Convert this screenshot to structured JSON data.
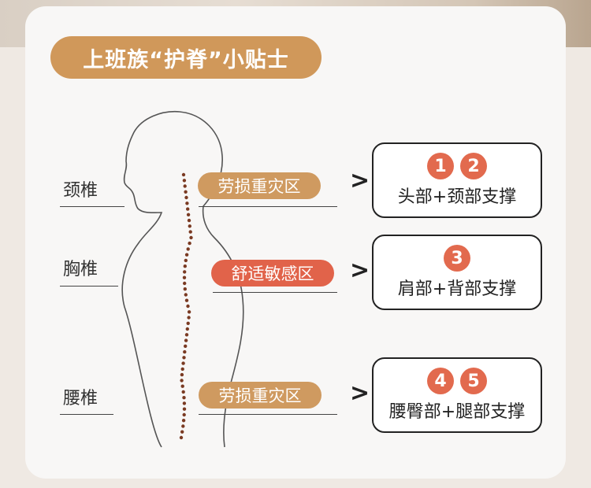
{
  "title": "上班族“护脊”小贴士",
  "labels": {
    "neck": "颈椎",
    "chest": "胸椎",
    "lumbar": "腰椎"
  },
  "zones": {
    "neck": {
      "text": "劳损重灾区",
      "color": "#cf9a60"
    },
    "chest": {
      "text": "舒适敏感区",
      "color": "#e1634a"
    },
    "lumbar": {
      "text": "劳损重灾区",
      "color": "#cf9a60"
    }
  },
  "tips": [
    {
      "nums": [
        "1",
        "2"
      ],
      "text": "头部+颈部支撑"
    },
    {
      "nums": [
        "3"
      ],
      "text": "肩部+背部支撑"
    },
    {
      "nums": [
        "4",
        "5"
      ],
      "text": "腰臀部+腿部支撑"
    }
  ],
  "arrow_glyph": ">"
}
